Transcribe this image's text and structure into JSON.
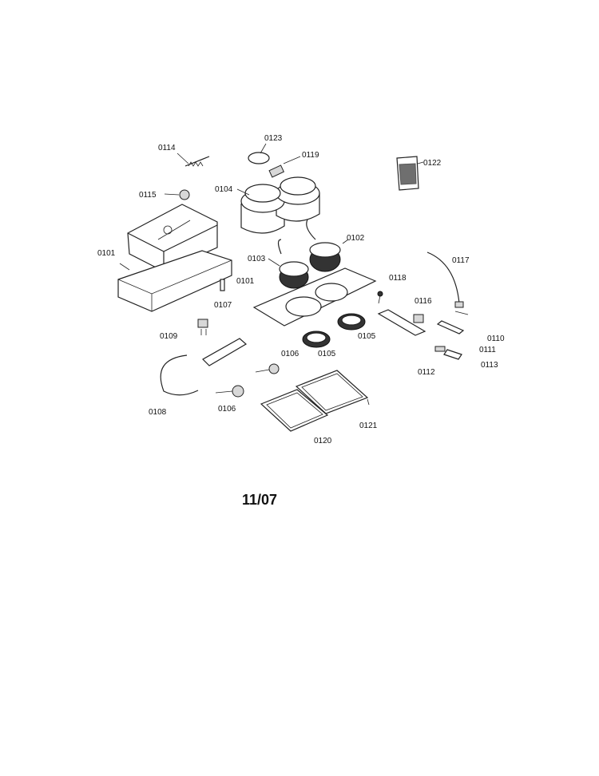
{
  "diagram": {
    "labels": {
      "l0114": "0114",
      "l0123": "0123",
      "l0119": "0119",
      "l0122": "0122",
      "l0115": "0115",
      "l0104": "0104",
      "l0102": "0102",
      "l0101a": "0101",
      "l0103": "0103",
      "l0117": "0117",
      "l0118": "0118",
      "l0101b": "0101",
      "l0107": "0107",
      "l0116": "0116",
      "l0109": "0109",
      "l0105a": "0105",
      "l0110": "0110",
      "l0106a": "0106",
      "l0105b": "0105",
      "l0111": "0111",
      "l0113": "0113",
      "l0112": "0112",
      "l0108": "0108",
      "l0106b": "0106",
      "l0121": "0121",
      "l0120": "0120"
    },
    "date_code": "11/07"
  }
}
